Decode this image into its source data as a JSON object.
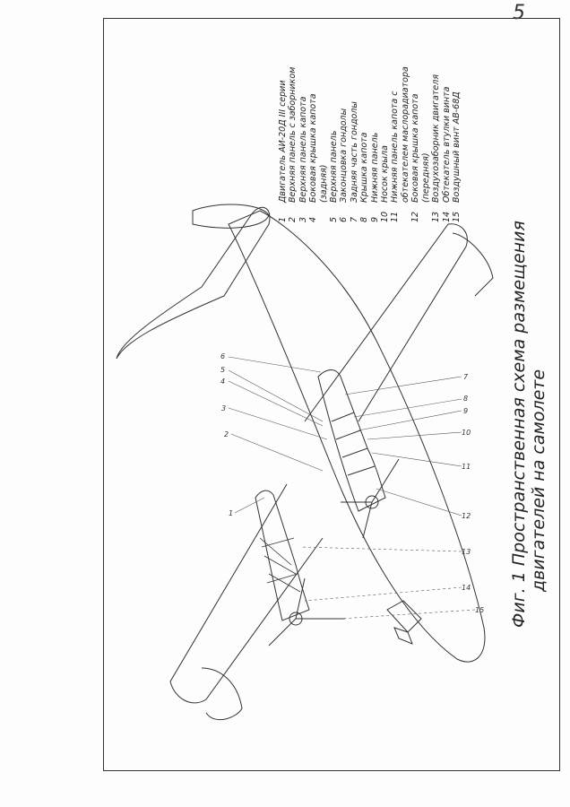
{
  "page_number": "5",
  "title": {
    "line1": "Фиг. 1  Пространственная  схема  размещения",
    "line2": "двигателей  на  самолете"
  },
  "legend": [
    {
      "n": "1",
      "text": "Двигатель АИ-20Д III серии"
    },
    {
      "n": "2",
      "text": "Верхняя панель с заборником"
    },
    {
      "n": "3",
      "text": "Верхняя панель капота"
    },
    {
      "n": "4",
      "text": "Боковая крышка капота"
    },
    {
      "n": "",
      "text": "(задняя)"
    },
    {
      "n": "5",
      "text": "Верхняя панель"
    },
    {
      "n": "6",
      "text": "Законцовка гондолы"
    },
    {
      "n": "7",
      "text": "Задняя часть гондолы"
    },
    {
      "n": "8",
      "text": "Крышка капота"
    },
    {
      "n": "9",
      "text": "Нижняя панель"
    },
    {
      "n": "10",
      "text": "Носок крыла"
    },
    {
      "n": "11",
      "text": "Нижняя панель капота с"
    },
    {
      "n": "",
      "text": "обтекателем маслорадиатора"
    },
    {
      "n": "12",
      "text": "Боковая крышка капота"
    },
    {
      "n": "",
      "text": "(передняя)"
    },
    {
      "n": "13",
      "text": "Воздухозаборник двигателя"
    },
    {
      "n": "14",
      "text": "Обтекатель втулки винта"
    },
    {
      "n": "15",
      "text": "Воздушный винт АВ-68Д"
    }
  ],
  "callouts": [
    "1",
    "2",
    "3",
    "4",
    "5",
    "6",
    "7",
    "8",
    "9",
    "10",
    "11",
    "12",
    "13",
    "14",
    "15"
  ]
}
